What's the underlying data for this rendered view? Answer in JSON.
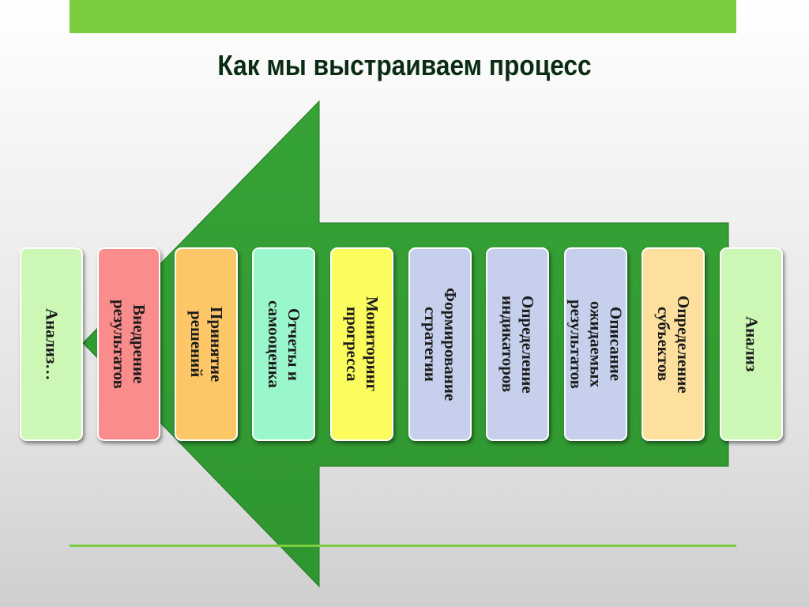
{
  "title": "Как мы выстраиваем процесс",
  "colors": {
    "accent_green": "#7ccc3f",
    "arrow_green": "#339e33",
    "title_color": "#0a2b14"
  },
  "steps": [
    {
      "label": "Анализ…",
      "color": "#ccf7b4"
    },
    {
      "label": "Внедрение\nрезультатов",
      "color": "#fa8c8c"
    },
    {
      "label": "Принятие\nрешений",
      "color": "#fdc768"
    },
    {
      "label": "Отчеты и\nсамооценка",
      "color": "#9af7cc"
    },
    {
      "label": "Мониторинг\nпрогресса",
      "color": "#fcfc5e"
    },
    {
      "label": "Формирование\nстратегии",
      "color": "#c6d0ec"
    },
    {
      "label": "Определение\nиндикаторов",
      "color": "#c6d0ec"
    },
    {
      "label": "Описание\nожидаемых\nрезультатов",
      "color": "#c6d0ec"
    },
    {
      "label": "Определение\nсубъектов",
      "color": "#fee09e"
    },
    {
      "label": "Анализ",
      "color": "#ccf7b4"
    }
  ]
}
